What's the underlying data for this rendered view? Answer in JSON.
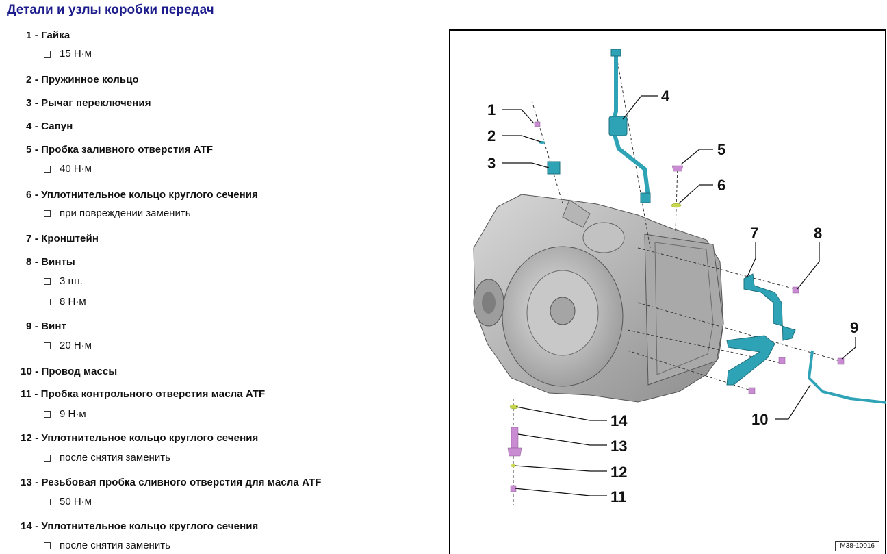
{
  "page_title": "Детали и узлы коробки передач",
  "parts": [
    {
      "label": "1 - Гайка",
      "details": [
        "15 Н·м"
      ]
    },
    {
      "label": "2 - Пружинное кольцо",
      "details": []
    },
    {
      "label": "3 - Рычаг переключения",
      "details": []
    },
    {
      "label": "4 - Сапун",
      "details": []
    },
    {
      "label": "5 - Пробка заливного отверстия ATF",
      "details": [
        "40 Н·м"
      ]
    },
    {
      "label": "6 - Уплотнительное кольцо круглого сечения",
      "details": [
        "при повреждении заменить"
      ]
    },
    {
      "label": "7 - Кронштейн",
      "details": []
    },
    {
      "label": "8 - Винты",
      "details": [
        "3 шт.",
        "8 Н·м"
      ]
    },
    {
      "label": "9 - Винт",
      "details": [
        "20 Н·м"
      ]
    },
    {
      "label": "10 - Провод массы",
      "details": []
    },
    {
      "label": "11 - Пробка контрольного отверстия масла ATF",
      "details": [
        "9 Н·м"
      ]
    },
    {
      "label": "12 - Уплотнительное кольцо круглого сечения",
      "details": [
        "после снятия заменить"
      ]
    },
    {
      "label": "13 - Резьбовая пробка сливного отверстия для масла ATF",
      "details": [
        "50 Н·м"
      ]
    },
    {
      "label": "14 - Уплотнительное кольцо круглого сечения",
      "details": [
        "после снятия заменить"
      ]
    }
  ],
  "figure": {
    "callouts": [
      "1",
      "2",
      "3",
      "4",
      "5",
      "6",
      "7",
      "8",
      "9",
      "10",
      "11",
      "12",
      "13",
      "14"
    ],
    "code": "M38-10016",
    "colors": {
      "bracket": "#2fa3b6",
      "fastener": "#c98bd2",
      "seal": "#c7d64a",
      "housing": "#bcbcbc"
    }
  }
}
